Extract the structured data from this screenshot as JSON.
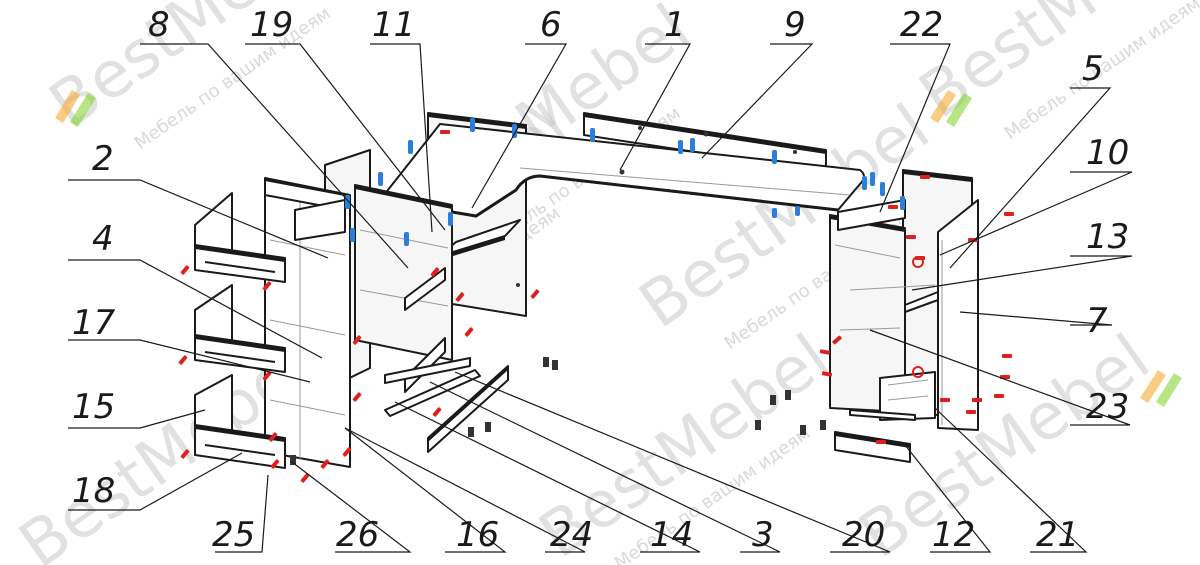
{
  "callouts": [
    {
      "id": "8",
      "label": "8"
    },
    {
      "id": "19",
      "label": "19"
    },
    {
      "id": "11",
      "label": "11"
    },
    {
      "id": "6",
      "label": "6"
    },
    {
      "id": "1",
      "label": "1"
    },
    {
      "id": "9",
      "label": "9"
    },
    {
      "id": "22",
      "label": "22"
    },
    {
      "id": "5",
      "label": "5"
    },
    {
      "id": "10",
      "label": "10"
    },
    {
      "id": "13",
      "label": "13"
    },
    {
      "id": "7",
      "label": "7"
    },
    {
      "id": "23",
      "label": "23"
    },
    {
      "id": "2",
      "label": "2"
    },
    {
      "id": "4",
      "label": "4"
    },
    {
      "id": "17",
      "label": "17"
    },
    {
      "id": "15",
      "label": "15"
    },
    {
      "id": "18",
      "label": "18"
    },
    {
      "id": "25",
      "label": "25"
    },
    {
      "id": "26",
      "label": "26"
    },
    {
      "id": "16",
      "label": "16"
    },
    {
      "id": "24",
      "label": "24"
    },
    {
      "id": "14",
      "label": "14"
    },
    {
      "id": "3",
      "label": "3"
    },
    {
      "id": "20",
      "label": "20"
    },
    {
      "id": "12",
      "label": "12"
    },
    {
      "id": "21",
      "label": "21"
    }
  ],
  "watermark": {
    "brand": "BestMebel",
    "tagline": "Мебель по вашим идеям"
  },
  "colors": {
    "line": "#1a1a1a",
    "confirmat_pins": "#e02020",
    "dowel_pins": "#2a7fd8",
    "watermark": "#c9c9c9"
  }
}
